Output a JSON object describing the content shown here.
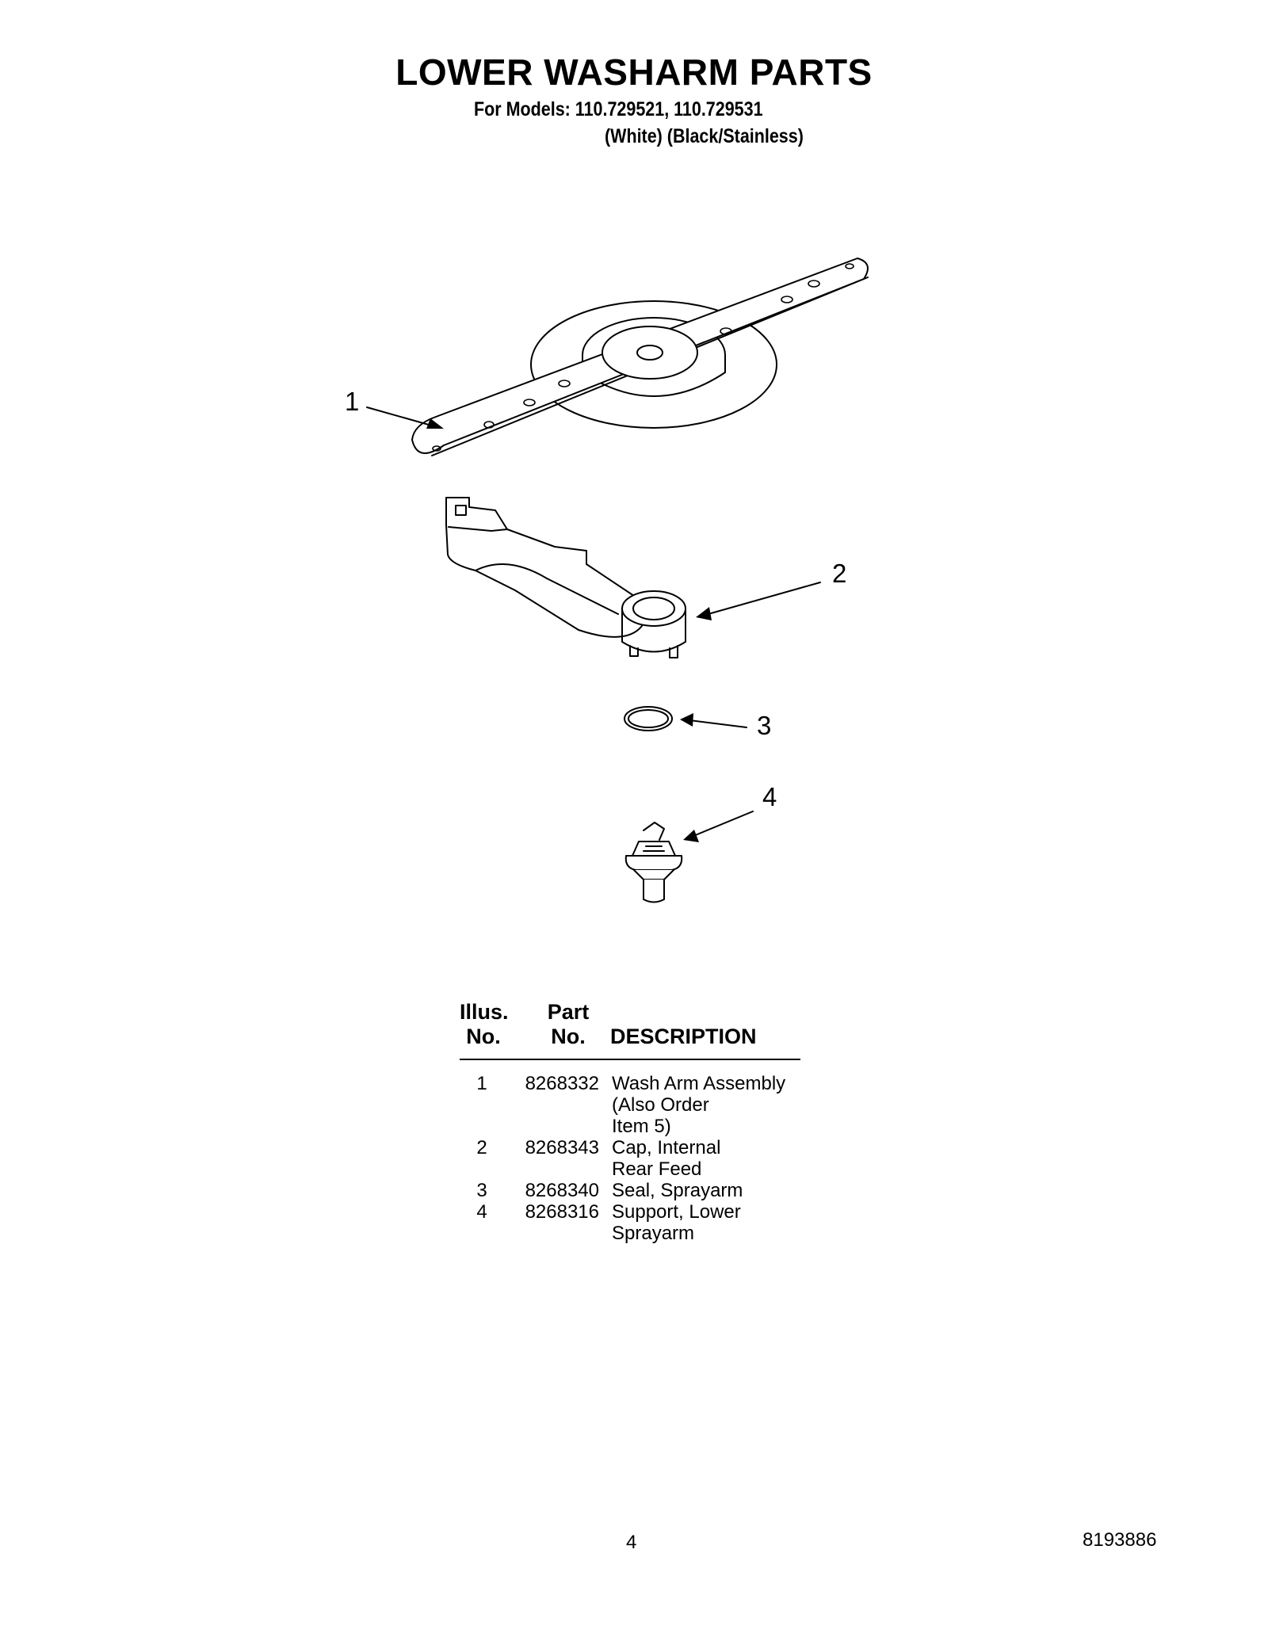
{
  "header": {
    "title": "LOWER WASHARM PARTS",
    "models_line": "For Models: 110.729521, 110.729531",
    "colors_line": "(White) (Black/Stainless)"
  },
  "diagram": {
    "callouts": [
      "1",
      "2",
      "3",
      "4"
    ]
  },
  "parts_table": {
    "headers": {
      "illus_line1": "Illus.",
      "illus_line2": "No.",
      "part_line1": "Part",
      "part_line2": "No.",
      "description": "DESCRIPTION"
    },
    "rows": [
      {
        "illus": "1",
        "part": "8268332",
        "desc": [
          "Wash Arm Assembly",
          "(Also Order",
          "Item 5)"
        ]
      },
      {
        "illus": "2",
        "part": "8268343",
        "desc": [
          "Cap, Internal",
          "Rear Feed"
        ]
      },
      {
        "illus": "3",
        "part": "8268340",
        "desc": [
          "Seal, Sprayarm"
        ]
      },
      {
        "illus": "4",
        "part": "8268316",
        "desc": [
          "Support, Lower",
          "Sprayarm"
        ]
      }
    ]
  },
  "footer": {
    "page_number": "4",
    "document_number": "8193886"
  }
}
